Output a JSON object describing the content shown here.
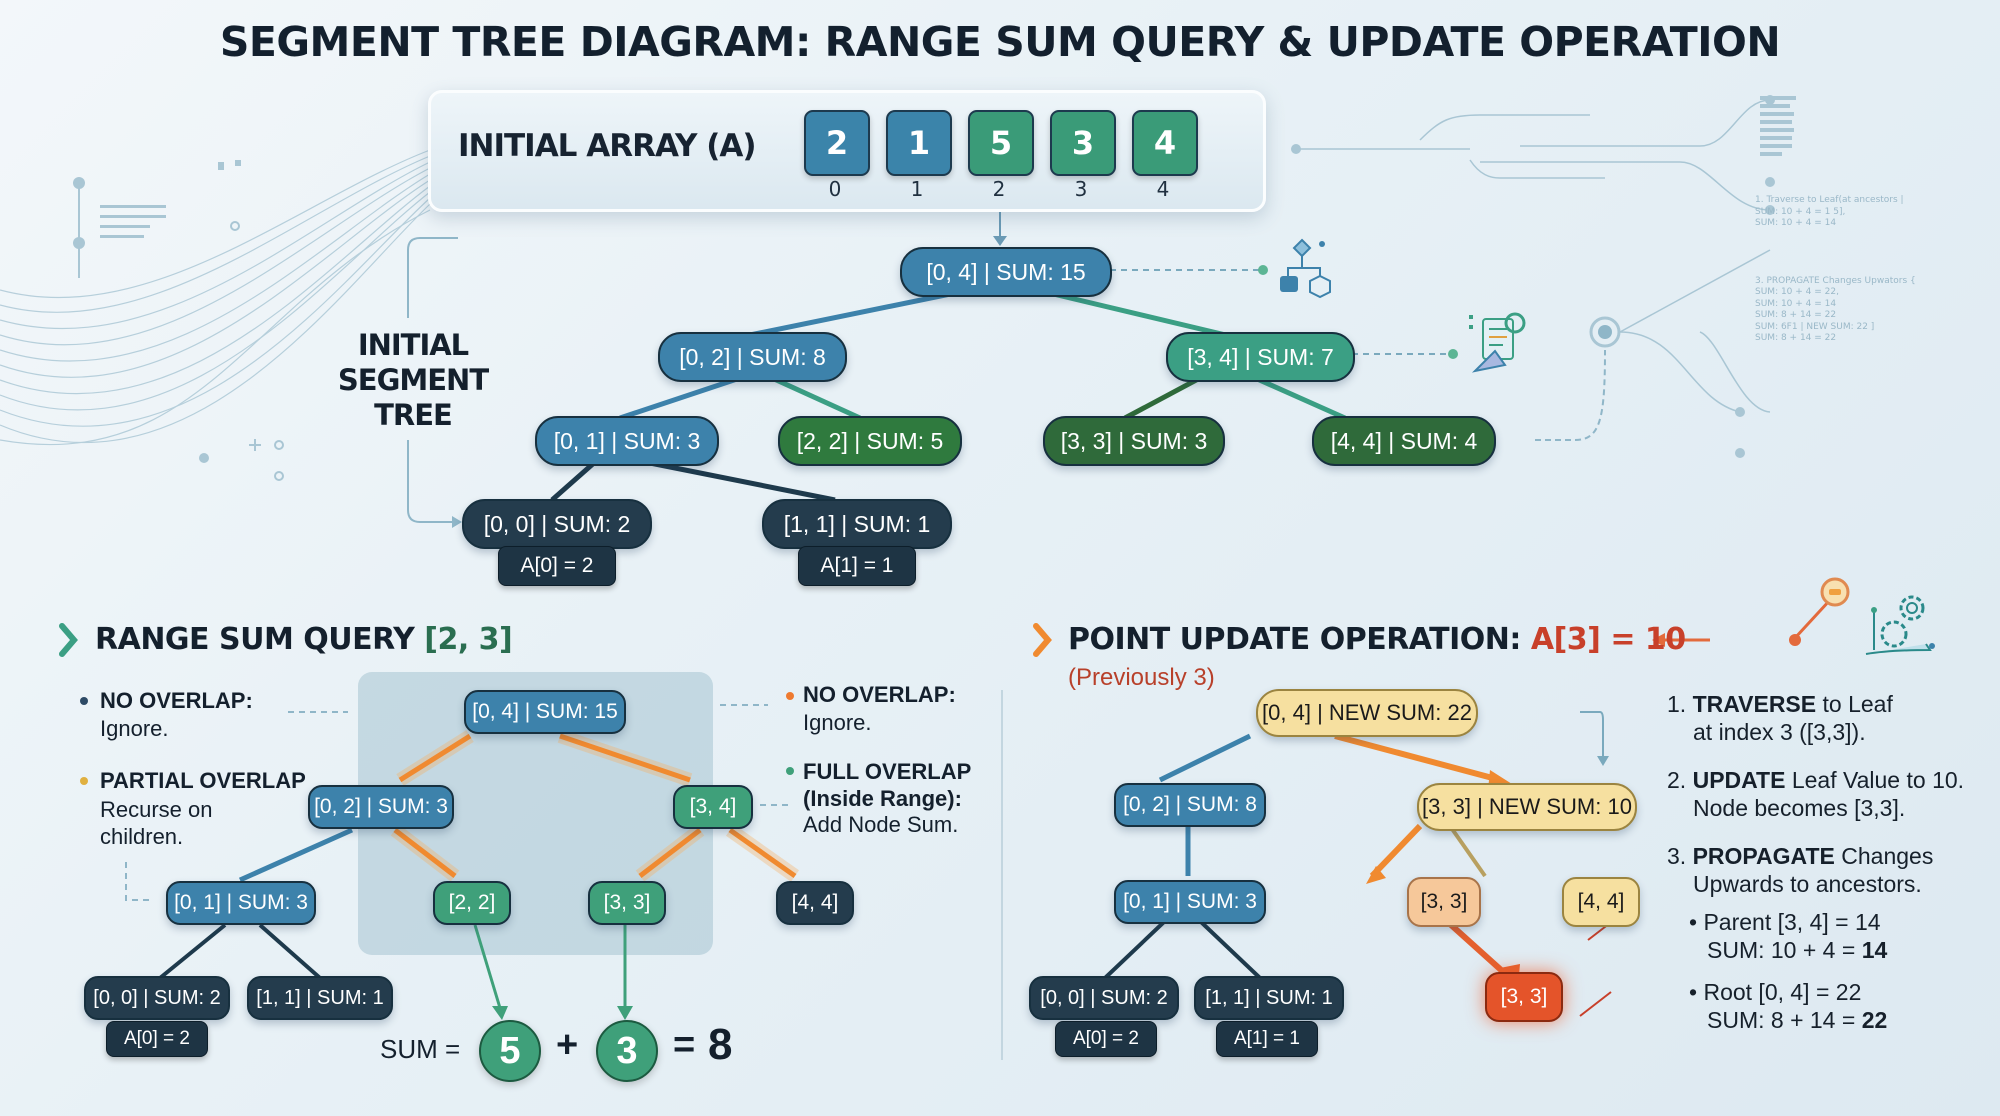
{
  "title": "SEGMENT TREE DIAGRAM: RANGE SUM QUERY & UPDATE OPERATION",
  "array": {
    "label": "INITIAL ARRAY (A)",
    "values": [
      "2",
      "1",
      "5",
      "3",
      "4"
    ],
    "indices": [
      "0",
      "1",
      "2",
      "3",
      "4"
    ]
  },
  "initial_tree": {
    "label_lines": [
      "INITIAL",
      "SEGMENT",
      "TREE"
    ],
    "nodes": {
      "root": "[0, 4] | SUM: 15",
      "left": "[0, 2] | SUM: 8",
      "right": "[3, 4] | SUM: 7",
      "ll": "[0, 1] | SUM: 3",
      "lr": "[2, 2] | SUM: 5",
      "rl": "[3, 3] | SUM: 3",
      "rr": "[4, 4] | SUM: 4",
      "lll": "[0, 0] | SUM: 2",
      "llr": "[1, 1] | SUM: 1"
    },
    "leaf_tags": [
      "A[0] = 2",
      "A[1] = 1"
    ]
  },
  "query": {
    "heading": "RANGE SUM QUERY ",
    "heading_range": "[2, 3]",
    "legend_left": [
      {
        "title": "NO OVERLAP:",
        "text": "Ignore.",
        "color": "#2d4a66"
      },
      {
        "title": "PARTIAL OVERLAP",
        "text": "Recurse on children.",
        "color": "#e0b040"
      }
    ],
    "legend_right": [
      {
        "title": "NO OVERLAP:",
        "text": "Ignore.",
        "color": "#ee7a30"
      },
      {
        "title": "FULL OVERLAP (Inside Range):",
        "text": "Add Node Sum.",
        "color": "#3fa07a"
      }
    ],
    "nodes": {
      "root": "[0, 4] | SUM: 15",
      "left": "[0, 2] | SUM: 3",
      "right": "[3, 4]",
      "ll": "[0, 1] | SUM: 3",
      "lr": "[2, 2]",
      "rl": "[3, 3]",
      "rr": "[4, 4]",
      "lll": "[0, 0] | SUM: 2",
      "llr": "[1, 1] | SUM: 1"
    },
    "leaf_tag": "A[0] = 2",
    "sum_label": "SUM =",
    "terms": [
      "5",
      "3"
    ],
    "plus": "+",
    "equals": "=",
    "result": "8"
  },
  "update": {
    "heading": "POINT UPDATE OPERATION: ",
    "heading_target": "A[3] = 10",
    "subheading": "(Previously 3)",
    "accent": "#c8402a",
    "nodes": {
      "root": "[0, 4] | NEW SUM: 22",
      "left": "[0, 2] | SUM: 8",
      "right": "[3, 3] | NEW SUM: 10",
      "ll": "[0, 1] | SUM: 3",
      "rl": "[3, 3]",
      "rr": "[4, 4]",
      "lll": "[0, 0] | SUM: 2",
      "llr": "[1, 1] | SUM: 1",
      "leaf": "[3, 3]"
    },
    "leaf_tags": [
      "A[0] = 2",
      "A[1] = 1"
    ],
    "steps": [
      {
        "num": "1.",
        "bold": "TRAVERSE",
        "rest": " to Leaf",
        "line2": "at index 3 ([3,3])."
      },
      {
        "num": "2.",
        "bold": "UPDATE",
        "rest": " Leaf Value to 10.",
        "line2": "Node becomes [3,3]."
      },
      {
        "num": "3.",
        "bold": "PROPAGATE",
        "rest": " Changes",
        "line2": "Upwards to ancestors."
      }
    ],
    "sub_steps": [
      {
        "label": "Parent [3, 4] = ",
        "old": "14",
        "calc": "SUM: 10 + 4 = ",
        "new": "14"
      },
      {
        "label": "Root [0, 4] = ",
        "old": "22",
        "calc": "SUM: 8 + 14 = ",
        "new": "22"
      }
    ]
  },
  "decor_code": [
    "1. Traverse to Leaf(at ancestors |",
    "SUM: 10 + 4 = 1 5],",
    "SUM: 10 + 4 = 14",
    "3. PROPAGATE Changes Upwators {",
    "SUM: 10 + 4 = 22,",
    "SUM: 10 + 4 = 14",
    "SUM: 8 + 14 = 22",
    "SUM: 6F1 | NEW SUM: 22 ]",
    "SUM: 8 + 14 = 22"
  ],
  "colors": {
    "blue": "#3d82ab",
    "teal": "#3b9f84",
    "green": "#2f7a3e",
    "dark": "#243c4d",
    "orange": "#f08a30",
    "red": "#e4542a"
  }
}
